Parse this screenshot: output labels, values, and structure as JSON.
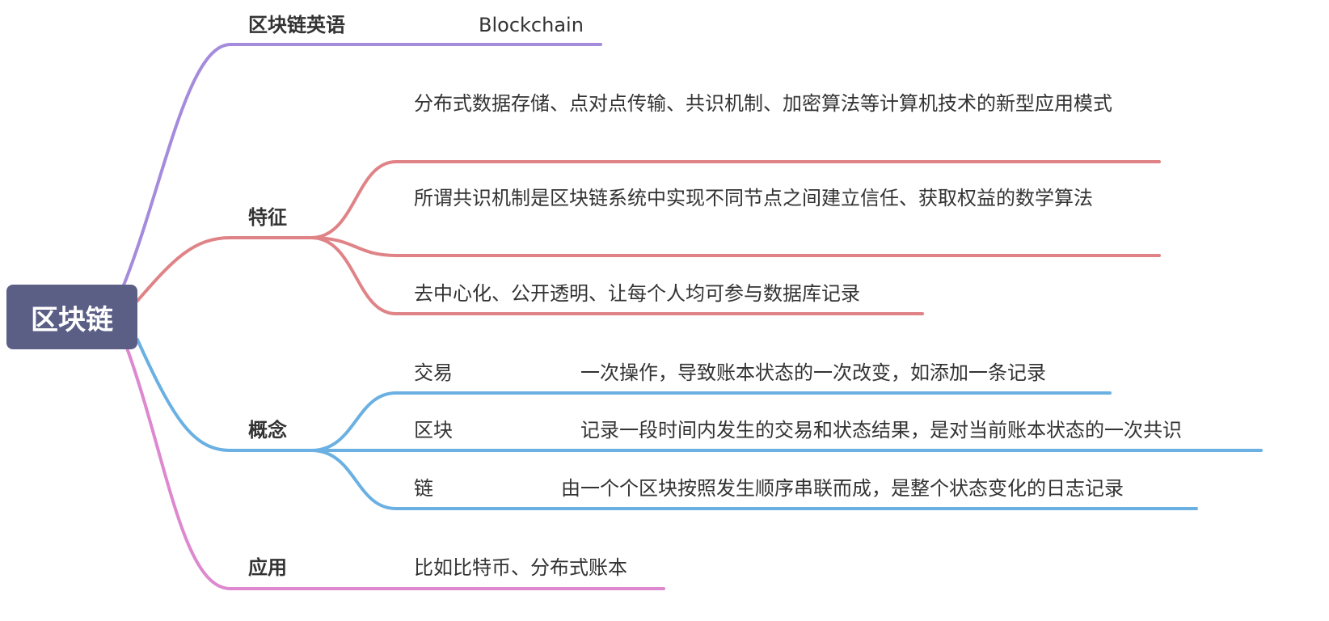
{
  "root": {
    "label": "区块链",
    "color": "#5b5f86"
  },
  "branches": [
    {
      "label": "区块链英语",
      "color": "#a58bdc",
      "children": [
        {
          "label": "Blockchain"
        }
      ]
    },
    {
      "label": "特征",
      "color": "#e08387",
      "children": [
        {
          "label": "分布式数据存储、点对点传输、共识机制、加密算法等计算机技术的新型应用模式"
        },
        {
          "label": "所谓共识机制是区块链系统中实现不同节点之间建立信任、获取权益的数学算法"
        },
        {
          "label": "去中心化、公开透明、让每个人均可参与数据库记录"
        }
      ]
    },
    {
      "label": "概念",
      "color": "#6ab0e2",
      "children": [
        {
          "label": "交易",
          "detail": "一次操作，导致账本状态的一次改变，如添加一条记录"
        },
        {
          "label": "区块",
          "detail": "记录一段时间内发生的交易和状态结果，是对当前账本状态的一次共识"
        },
        {
          "label": "链",
          "detail": "由一个个区块按照发生顺序串联而成，是整个状态变化的日志记录"
        }
      ]
    },
    {
      "label": "应用",
      "color": "#dd88cf",
      "children": [
        {
          "label": "比如比特币、分布式账本"
        }
      ]
    }
  ]
}
